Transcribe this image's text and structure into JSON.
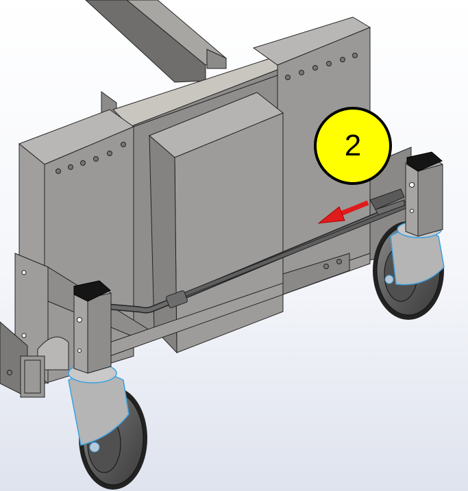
{
  "scene": {
    "description": "CAD render of a cart frame with sheet-metal enclosure, cross-bar pull rod, and two swivel casters",
    "background": "#eef1f7"
  },
  "callout": {
    "label": "2",
    "fill": "#ffff00",
    "stroke": "#000000"
  },
  "arrow": {
    "direction": "left",
    "color": "#e01b1b"
  },
  "colors": {
    "metal_light": "#b9b7b4",
    "metal_mid": "#9a9998",
    "metal_dark": "#6f6e6d",
    "rod": "#5e5e5e",
    "caster_cap": "#151515",
    "wheel": "#5a5a5a",
    "caster_highlight": "#3aa0e0"
  },
  "parts": [
    {
      "name": "frame-tube",
      "label": "Frame tube"
    },
    {
      "name": "left-panel",
      "label": "Left side panel"
    },
    {
      "name": "center-box",
      "label": "Center enclosure"
    },
    {
      "name": "right-panel",
      "label": "Right side panel"
    },
    {
      "name": "pull-rod",
      "label": "Pull rod"
    },
    {
      "name": "left-caster",
      "label": "Left caster"
    },
    {
      "name": "right-caster",
      "label": "Right caster"
    }
  ]
}
